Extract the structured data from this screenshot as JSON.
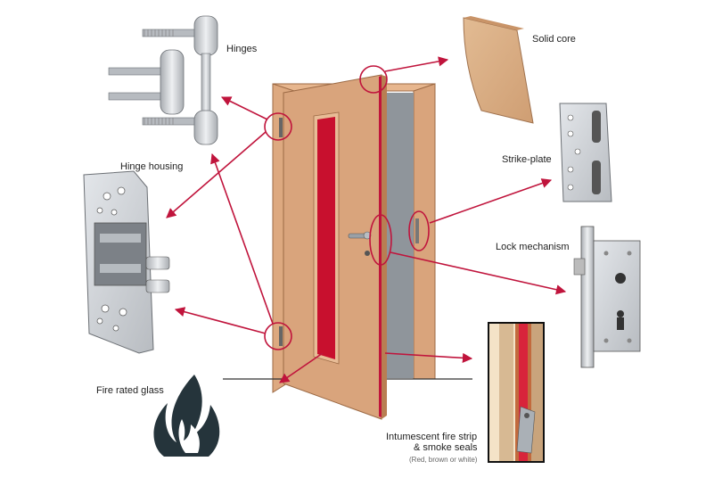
{
  "labels": {
    "hinges": "Hinges",
    "hinge_housing": "Hinge housing",
    "solid_core": "Solid core",
    "strike_plate": "Strike-plate",
    "lock_mechanism": "Lock mechanism",
    "fire_rated_glass": "Fire rated glass",
    "intumescent_line1": "Intumescent fire strip",
    "intumescent_line2": "& smoke seals",
    "intumescent_note": "(Red, brown or white)"
  },
  "colors": {
    "accent": "#c0143c",
    "door": "#d9a47c",
    "glass": "#c8102e",
    "metal": "#c9cdd2",
    "flame": "#25343b",
    "core": "#d8b08a"
  }
}
